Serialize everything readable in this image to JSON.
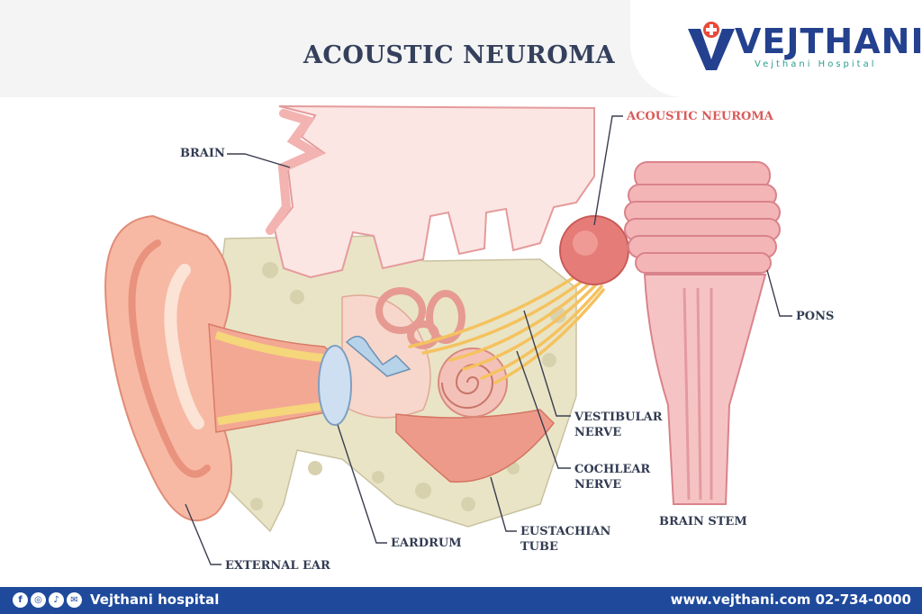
{
  "title": "ACOUSTIC NEUROMA",
  "logo": {
    "wordmark": "VEJTHANI",
    "subtitle": "Vejthani Hospital",
    "icon": "medical-cross-icon",
    "brand_color": "#23418e",
    "accent_color": "#e84a3b"
  },
  "labels": {
    "brain": "BRAIN",
    "acoustic_neuroma": "ACOUSTIC NEUROMA",
    "pons": "PONS",
    "vestibular_nerve": "VESTIBULAR\nNERVE",
    "cochlear_nerve": "COCHLEAR\nNERVE",
    "brain_stem": "BRAIN STEM",
    "eustachian_tube": "EUSTACHIAN\nTUBE",
    "eardrum": "EARDRUM",
    "external_ear": "EXTERNAL EAR"
  },
  "footer": {
    "icons": [
      "facebook-icon",
      "instagram-icon",
      "tiktok-icon",
      "line-icon"
    ],
    "brand": "Vejthani hospital",
    "contact": "www.vejthani.com 02-734-0000",
    "bg_color": "#1f4a9c"
  }
}
